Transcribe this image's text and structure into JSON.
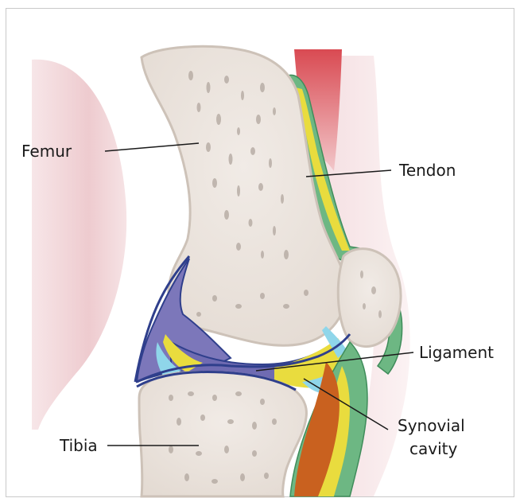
{
  "labels": {
    "femur": "Femur",
    "tendon": "Tendon",
    "ligament": "Ligament",
    "synovial_line1": "Synovial",
    "synovial_line2": "cavity",
    "tibia": "Tibia"
  },
  "colors": {
    "bone": "#ede7e1",
    "bone_outline": "#cfc4bb",
    "bone_texture": "#a99e96",
    "skin": "#f0d3d6",
    "muscle": "#c8323c",
    "tendon_green": "#6db783",
    "tendon_yellow": "#e9dc3e",
    "ligament_purple": "#6f6bb2",
    "capsule_blue": "#2f3f8c",
    "fluid_cyan": "#7fd0e6",
    "fat_orange": "#c9611f"
  }
}
